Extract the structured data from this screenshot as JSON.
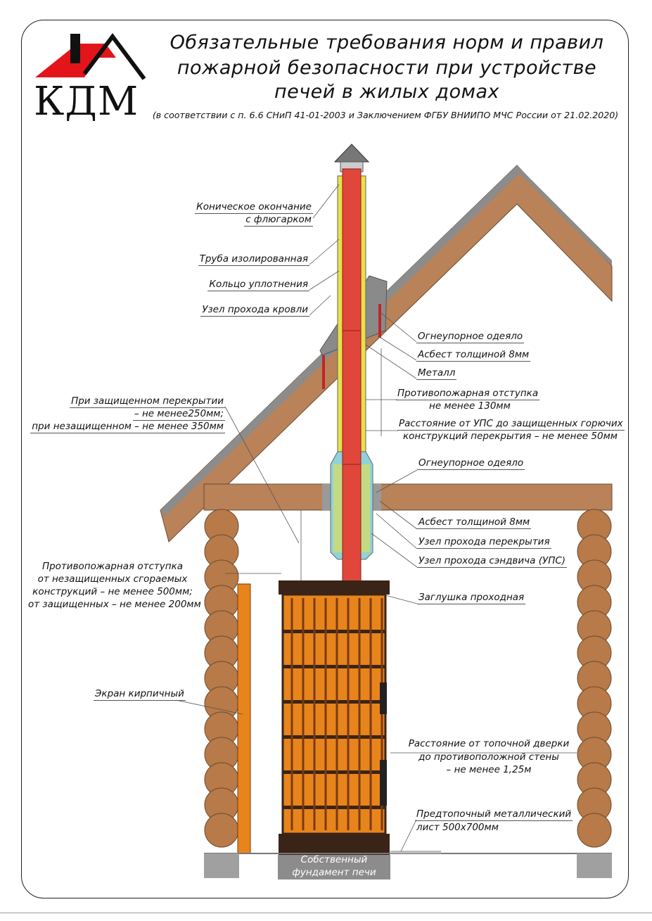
{
  "logo": {
    "text": "КДМ"
  },
  "header": {
    "title_lines": [
      "Обязательные требования норм и правил",
      "пожарной безопасности при устройстве",
      "печей в жилых домах"
    ],
    "subtitle": "(в соответствии с п. 6.6 СНиП 41-01-2003 и Заключением ФГБУ ВНИИПО МЧС России от 21.02.2020)"
  },
  "labels": {
    "cone_cap": [
      "Коническое окончание",
      "с флюгарком"
    ],
    "insulated_pipe": "Труба изолированная",
    "seal_ring": "Кольцо уплотнения",
    "roof_pass": "Узел прохода кровли",
    "fire_blanket_roof": "Огнеупорное одеяло",
    "asbestos_roof": "Асбест толщиной 8мм",
    "metal": "Металл",
    "roof_clearance": [
      "Противопожарная отступка",
      "не менее 130мм"
    ],
    "ups_distance": [
      "Расстояние от УПС до защищенных горючих",
      "конструкций перекрытия – не менее 50мм"
    ],
    "fire_blanket_ceiling": "Огнеупорное одеяло",
    "asbestos_ceiling": "Асбест толщиной 8мм",
    "ceiling_pass": "Узел прохода перекрытия",
    "sandwich_pass": "Узел прохода сэндвича (УПС)",
    "pass_plug": "Заглушка проходная",
    "ceiling_gap": [
      "При защищенном перекрытии",
      "– не менее250мм;",
      "при незащищенном – не менее 350мм"
    ],
    "wall_clearance": [
      "Противопожарная отступка",
      "от незащищенных сгораемых",
      "конструкций – не менее 500мм;",
      "от защищенных – не менее 200мм"
    ],
    "brick_screen": "Экран кирпичный",
    "door_distance": [
      "Расстояние от топочной дверки",
      "до противоположной стены",
      "– не менее 1,25м"
    ],
    "pre_furnace_sheet": [
      "Предтопочный металлический",
      "лист 500х700мм"
    ],
    "foundation": [
      "Собственный",
      "фундамент печи"
    ]
  },
  "colors": {
    "logo_red": "#e3151a",
    "pipe_red": "#e0463a",
    "insulation_yellow": "#e8e04a",
    "wood": "#b98258",
    "stove_orange": "#e8841c",
    "stove_frame": "#3a2418",
    "metal_grey": "#8c8c8c"
  }
}
